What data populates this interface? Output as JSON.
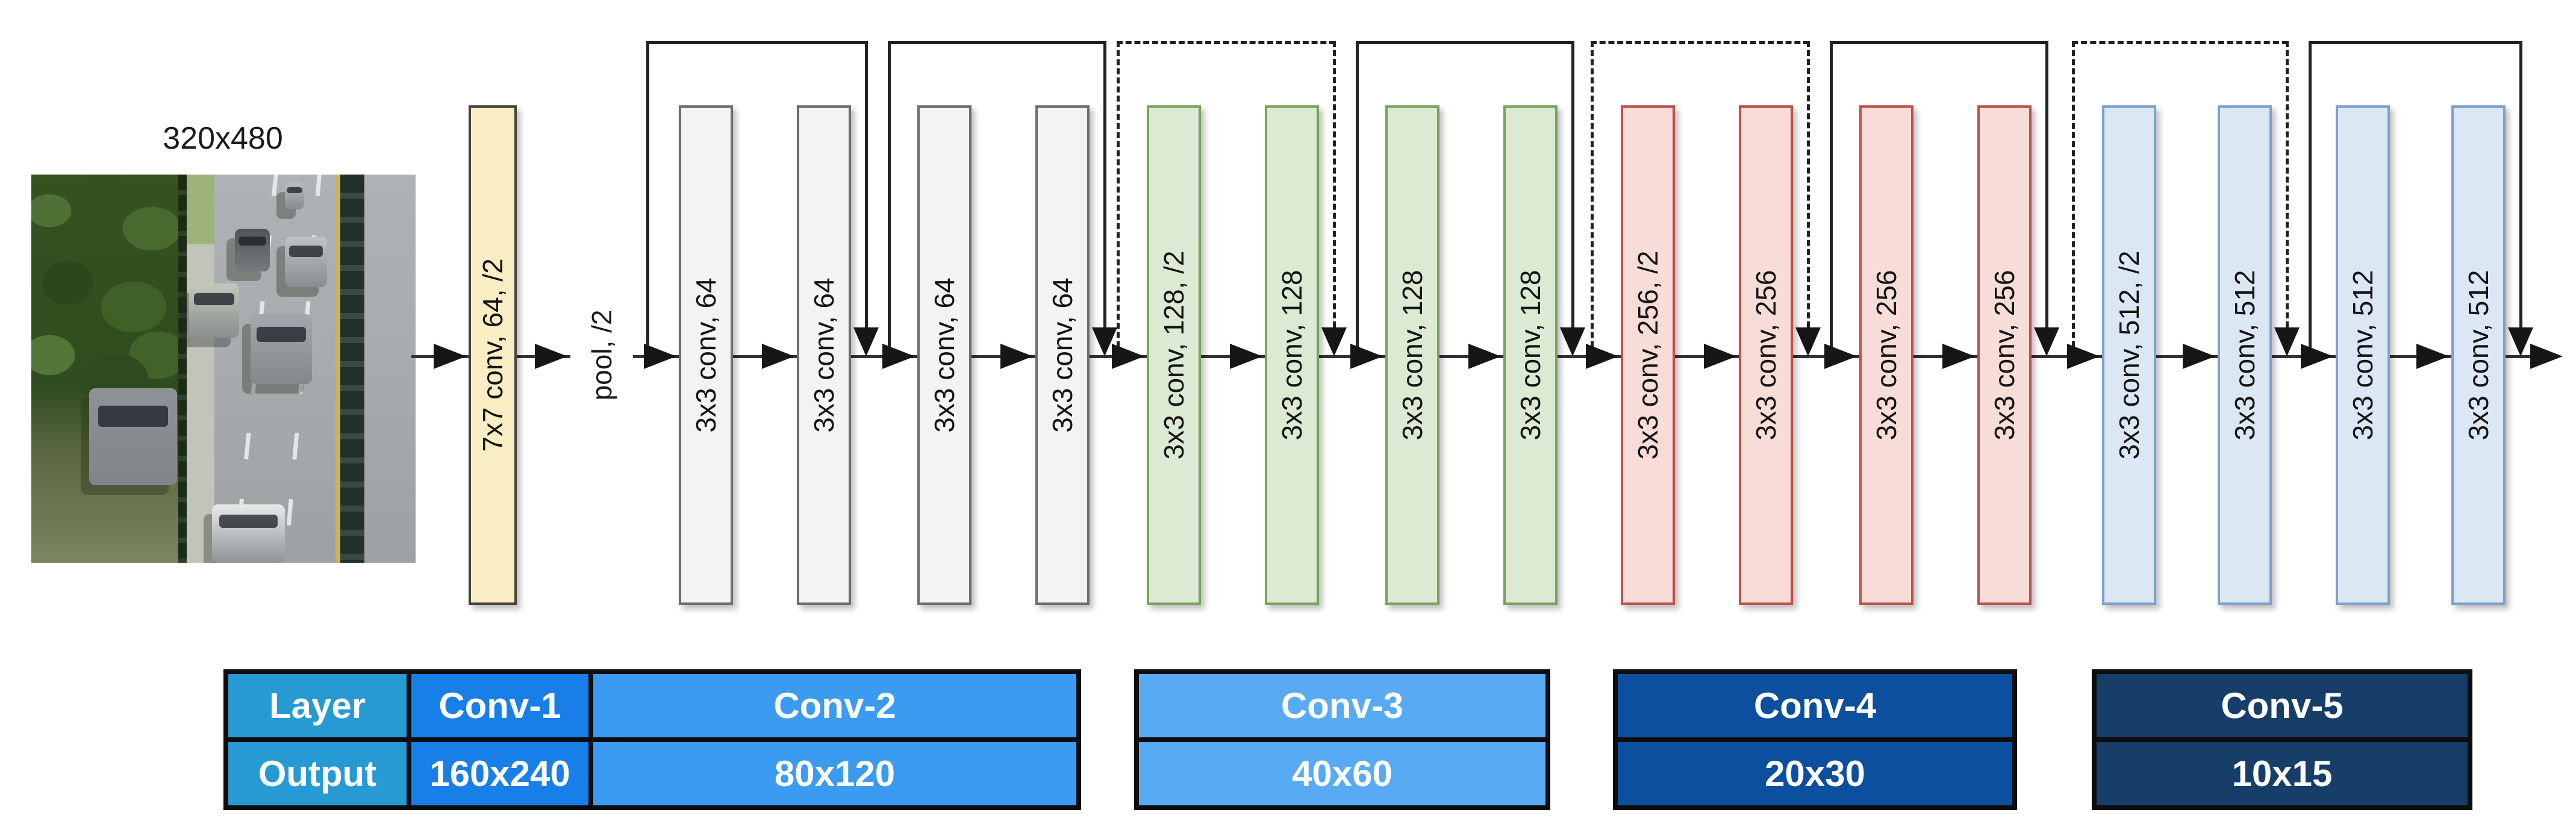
{
  "network": {
    "input_label": "320x480",
    "pool_label": "pool, /2",
    "stages": [
      {
        "id": "conv1",
        "palette": "yellow",
        "blocks": [
          "7x7 conv, 64, /2"
        ],
        "skips": []
      },
      {
        "id": "conv2",
        "palette": "gray",
        "blocks": [
          "3x3 conv, 64",
          "3x3 conv, 64",
          "3x3 conv, 64",
          "3x3 conv, 64"
        ],
        "skips": [
          "solid",
          "solid"
        ]
      },
      {
        "id": "conv3",
        "palette": "green",
        "blocks": [
          "3x3 conv, 128, /2",
          "3x3 conv, 128",
          "3x3 conv, 128",
          "3x3 conv, 128"
        ],
        "skips": [
          "dashed",
          "solid"
        ]
      },
      {
        "id": "conv4",
        "palette": "red",
        "blocks": [
          "3x3 conv, 256, /2",
          "3x3 conv, 256",
          "3x3 conv, 256",
          "3x3 conv, 256"
        ],
        "skips": [
          "dashed",
          "solid"
        ]
      },
      {
        "id": "conv5",
        "palette": "blue",
        "blocks": [
          "3x3 conv, 512, /2",
          "3x3 conv, 512",
          "3x3 conv, 512",
          "3x3 conv, 512"
        ],
        "skips": [
          "dashed",
          "solid"
        ]
      }
    ]
  },
  "palettes": {
    "yellow": {
      "fill": "#f9edc4",
      "border": "#44443c"
    },
    "gray": {
      "fill": "#f3f3f3",
      "border": "#6e6e6e"
    },
    "green": {
      "fill": "#dcead3",
      "border": "#76a45c"
    },
    "red": {
      "fill": "#f8dcd8",
      "border": "#bd5249"
    },
    "blue": {
      "fill": "#dce7f4",
      "border": "#7ba1cc"
    }
  },
  "table": {
    "row_labels": {
      "layer": "Layer",
      "output": "Output"
    },
    "label_column_color": "#2799d3",
    "columns": [
      {
        "layer": "Conv-1",
        "output": "160x240",
        "color": "#187ee8"
      },
      {
        "layer": "Conv-2",
        "output": "80x120",
        "color": "#3a9bf0"
      },
      {
        "layer": "Conv-3",
        "output": "40x60",
        "color": "#57aaf3"
      },
      {
        "layer": "Conv-4",
        "output": "20x30",
        "color": "#0c4f9e"
      },
      {
        "layer": "Conv-5",
        "output": "10x15",
        "color": "#163e68"
      }
    ]
  },
  "line_color": "#222222"
}
